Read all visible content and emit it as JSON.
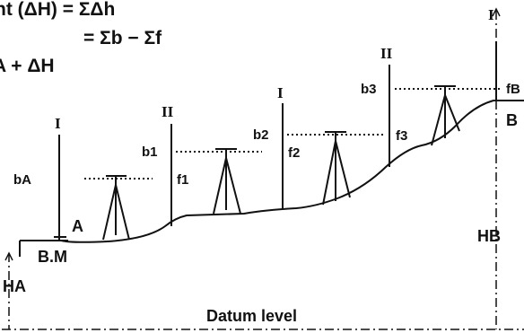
{
  "equations": {
    "line1": "ht (ΔH) = ΣΔh",
    "line2": "= Σb − Σf",
    "line3": "A + ΔH"
  },
  "staff_labels": {
    "s1": "I",
    "s2": "II",
    "s3": "I",
    "s4": "II",
    "s5": "I"
  },
  "readings": {
    "bA": "bA",
    "b1": "b1",
    "f1": "f1",
    "b2": "b2",
    "f2": "f2",
    "b3": "b3",
    "f3": "f3",
    "fB": "fB"
  },
  "points": {
    "A": "A",
    "B": "B",
    "BM": "B.M"
  },
  "heights": {
    "HA": "HA",
    "HB": "HB"
  },
  "datum_label": "Datum level"
}
